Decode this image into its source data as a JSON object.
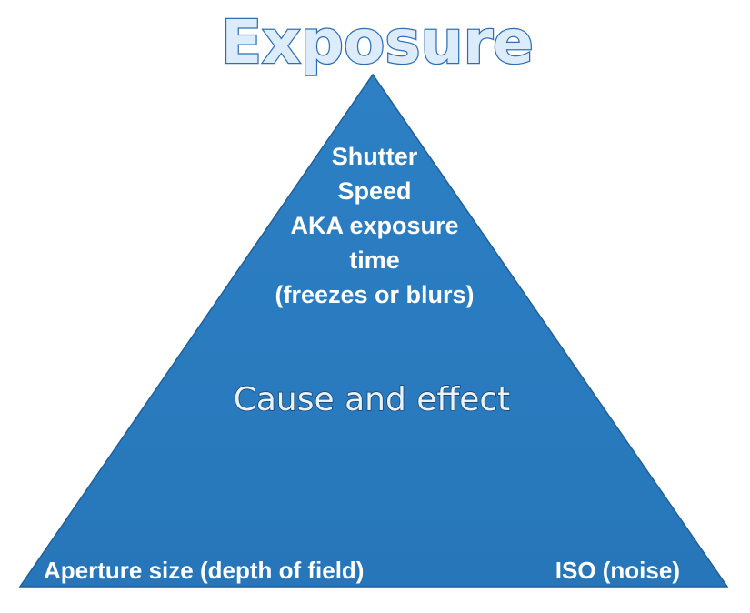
{
  "title": "Exposure",
  "colors": {
    "triangle_fill": "#2a7cc0",
    "triangle_edge": "#1f5f99",
    "title_fill": "#dcecfb",
    "title_outline": "#2c6fb5",
    "label_text": "#ffffff"
  },
  "apex": {
    "lines": [
      "Shutter",
      "Speed",
      "AKA exposure",
      "time",
      "(freezes or blurs)"
    ]
  },
  "center": {
    "label": "Cause and effect"
  },
  "bottom_left": {
    "label": "Aperture size (depth of field)"
  },
  "bottom_right": {
    "label": "ISO (noise)"
  }
}
